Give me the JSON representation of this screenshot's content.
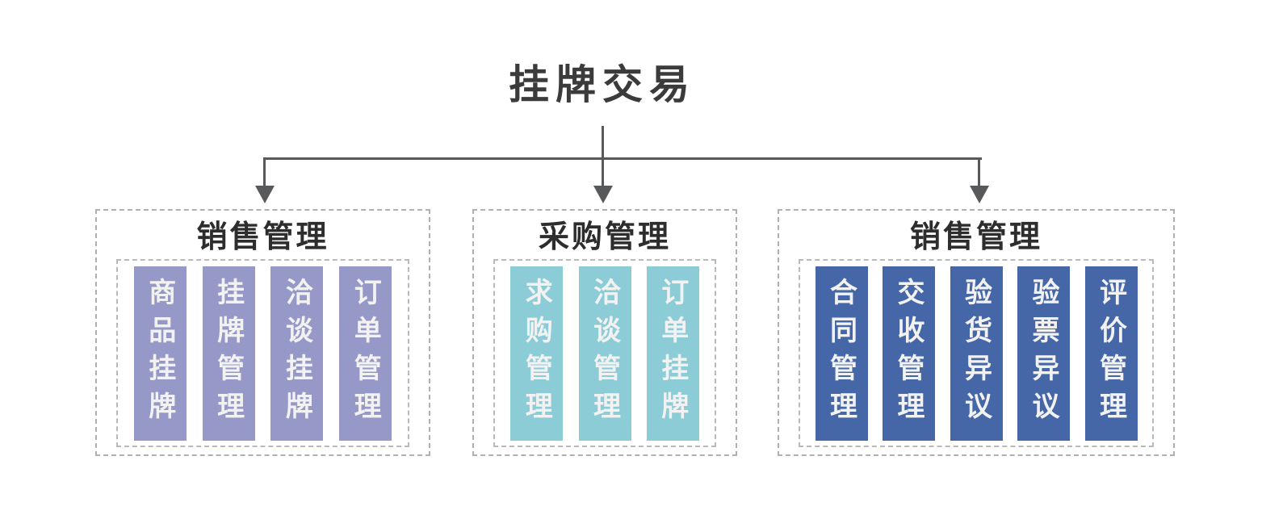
{
  "title": "挂牌交易",
  "colors": {
    "line": "#58595b",
    "group1_bar": "#9699c7",
    "group2_bar": "#8cccd7",
    "group3_bar": "#4667a7"
  },
  "groups": [
    {
      "header": "销售管理",
      "color": "#9699c7",
      "items": [
        "商品挂牌",
        "挂牌管理",
        "洽谈挂牌",
        "订单管理"
      ]
    },
    {
      "header": "采购管理",
      "color": "#8cccd7",
      "items": [
        "求购管理",
        "洽谈管理",
        "订单挂牌"
      ]
    },
    {
      "header": "销售管理",
      "color": "#4667a7",
      "items": [
        "合同管理",
        "交收管理",
        "验货异议",
        "验票异议",
        "评价管理"
      ]
    }
  ]
}
